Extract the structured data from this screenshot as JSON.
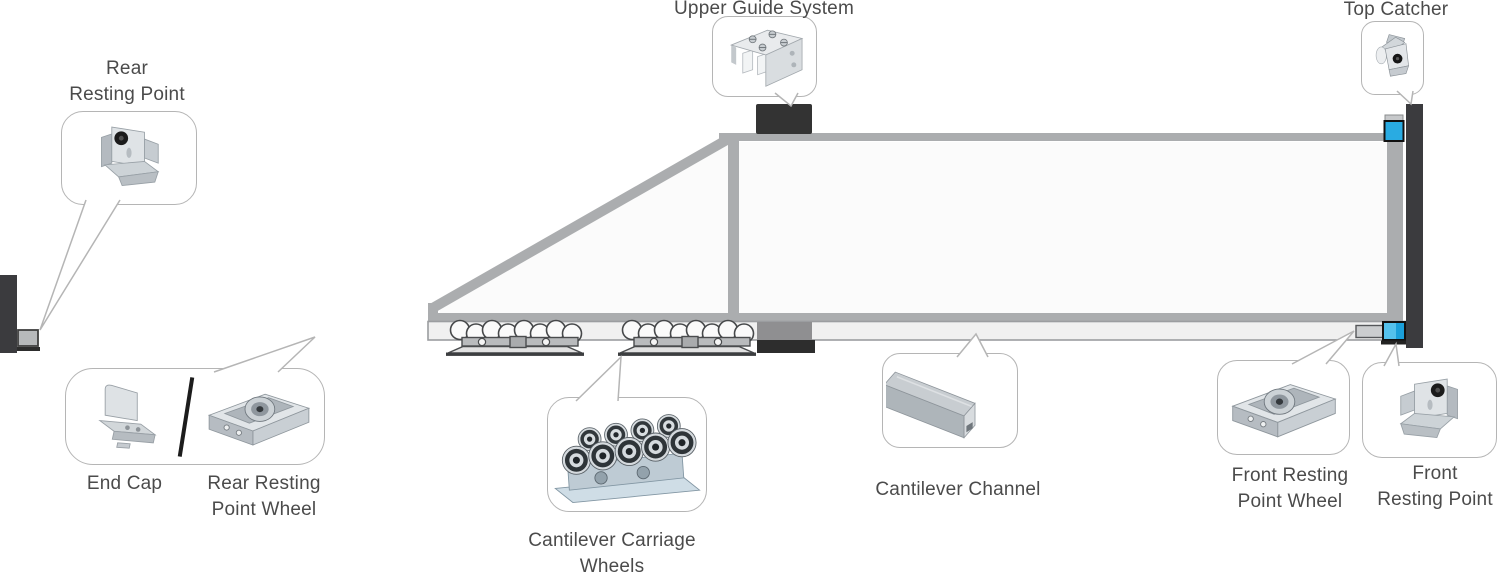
{
  "diagram": {
    "subject": "Cantilever sliding gate parts diagram",
    "labels": {
      "rear_resting_point": [
        "Rear",
        "Resting Point"
      ],
      "end_cap": [
        "End Cap"
      ],
      "rear_resting_point_wheel": [
        "Rear Resting",
        "Point Wheel"
      ],
      "upper_guide_system": [
        "Upper Guide System"
      ],
      "top_catcher": [
        "Top Catcher"
      ],
      "cantilever_carriage_wheels": [
        "Cantilever Carriage",
        "Wheels"
      ],
      "cantilever_channel": [
        "Cantilever Channel"
      ],
      "front_resting_point_wheel": [
        "Front Resting",
        "Point Wheel"
      ],
      "front_resting_point": [
        "Front",
        "Resting Point"
      ]
    },
    "colors": {
      "accent_blue": "#29abe2",
      "accent_blue_light": "#54c1ec",
      "accent_blue_dark": "#1b9fd9",
      "frame_gray": "#abadaf",
      "channel_fill": "#f0f0f0",
      "post_dark": "#3b3b3e",
      "text": "#4b4b4b",
      "callout_border": "#b5b5b5"
    }
  }
}
